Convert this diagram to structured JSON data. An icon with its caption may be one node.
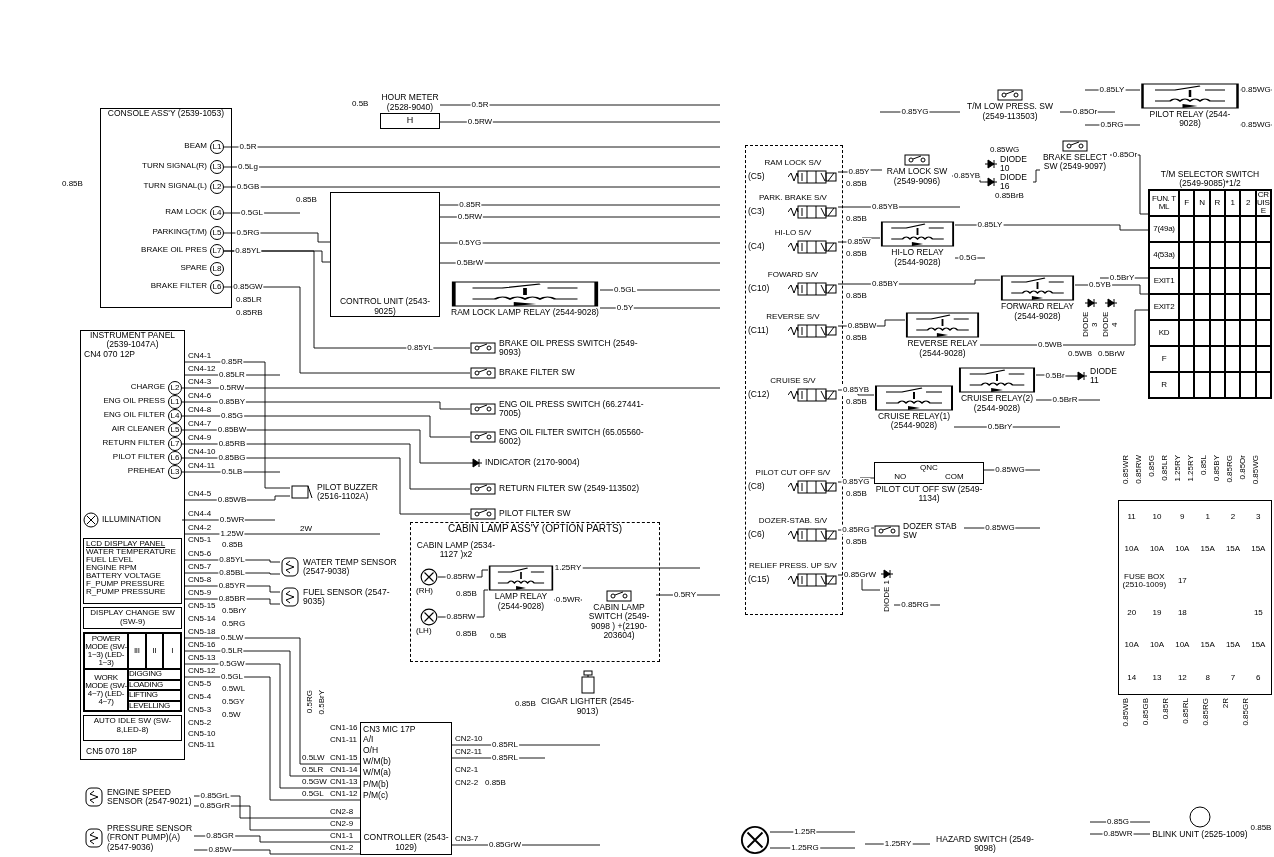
{
  "diagram": {
    "nodes": [
      {
        "text": [
          "CONSOLE ASS'Y (2539-1053)"
        ]
      },
      {
        "text": [
          "L1"
        ],
        "in": 0,
        "beside": [
          "BEAM"
        ]
      },
      {
        "text": [
          "L3"
        ],
        "in": 0,
        "beside": [
          "TURN SIGNAL(R)"
        ]
      },
      {
        "text": [
          "L2"
        ],
        "in": 0,
        "beside": [
          "TURN SIGNAL(L)"
        ]
      },
      {
        "text": [
          "L4"
        ],
        "in": 0,
        "beside": [
          "RAM LOCK"
        ]
      },
      {
        "text": [
          "L5"
        ],
        "in": 0,
        "beside": [
          "PARKING(T/M)"
        ]
      },
      {
        "text": [
          "L7"
        ],
        "in": 0,
        "beside": [
          "BRAKE OIL PRES"
        ]
      },
      {
        "text": [
          "L8"
        ],
        "in": 0,
        "beside": [
          "SPARE"
        ]
      },
      {
        "text": [
          "L6"
        ],
        "in": 0,
        "beside": [
          "BRAKE FILTER"
        ]
      },
      {
        "text": [
          "HOUR METER (2528-9040)",
          "H"
        ]
      },
      {
        "text": [
          "CONTROL UNIT (2543-9025)"
        ]
      },
      {
        "text": [
          "RAM LOCK LAMP RELAY (2544-9028)"
        ]
      },
      {
        "text": [
          "INSTRUMENT PANEL (2539-1047A)",
          "CN4 070 12P",
          "CN5 070 18P"
        ]
      },
      {
        "text": [
          "L2"
        ],
        "in": 12,
        "beside": [
          "CHARGE"
        ]
      },
      {
        "text": [
          "L1"
        ],
        "in": 12,
        "beside": [
          "ENG OIL PRESS"
        ]
      },
      {
        "text": [
          "L4"
        ],
        "in": 12,
        "beside": [
          "ENG OIL FILTER"
        ]
      },
      {
        "text": [
          "L5"
        ],
        "in": 12,
        "beside": [
          "AIR CLEANER"
        ]
      },
      {
        "text": [
          "L7"
        ],
        "in": 12,
        "beside": [
          "RETURN FILTER"
        ]
      },
      {
        "text": [
          "L6"
        ],
        "in": 12,
        "beside": [
          "PILOT FILTER"
        ]
      },
      {
        "text": [
          "L3"
        ],
        "in": 12,
        "beside": [
          "PREHEAT"
        ]
      },
      {
        "text": [
          "ILLUMINATION"
        ],
        "in": 12
      },
      {
        "text": [
          "LCD DISPLAY PANEL",
          "WATER TEMPERATURE",
          "FUEL LEVEL",
          "ENGINE RPM",
          "BATTERY VOLTAGE",
          "F_PUMP PRESSURE",
          "R_PUMP PRESSURE"
        ],
        "in": 12
      },
      {
        "text": [
          "DISPLAY CHANGE SW (SW-9)"
        ],
        "in": 12
      },
      {
        "text": [
          "POWER MODE (SW-1~3) (LED-1~3)",
          "III",
          "II",
          "I",
          "WORK MODE (SW-4~7) (LED-4~7)",
          "DIGGING",
          "LOADING",
          "LIFTING",
          "LEVELLING"
        ],
        "in": 12
      },
      {
        "text": [
          "AUTO IDLE SW (SW-8,LED-8)"
        ],
        "in": 12
      },
      {
        "text": [
          "BRAKE OIL PRESS SWITCH (2549-9093)"
        ]
      },
      {
        "text": [
          "BRAKE FILTER SW"
        ]
      },
      {
        "text": [
          "ENG OIL PRESS SWITCH (66.27441-7005)"
        ]
      },
      {
        "text": [
          "ENG OIL FILTER SWITCH (65.05560-6002)"
        ]
      },
      {
        "text": [
          "INDICATOR (2170-9004)"
        ]
      },
      {
        "text": [
          "RETURN FILTER SW (2549-113502)"
        ]
      },
      {
        "text": [
          "PILOT FILTER SW"
        ]
      },
      {
        "text": [
          "PILOT BUZZER (2516-1102A)"
        ]
      },
      {
        "text": [
          "WATER TEMP SENSOR (2547-9038)"
        ]
      },
      {
        "text": [
          "FUEL SENSOR (2547-9035)"
        ]
      },
      {
        "text": [
          "CABIN LAMP ASS'Y (OPTION PARTS)"
        ]
      },
      {
        "text": [
          "CABIN LAMP (2534-1127 )x2"
        ],
        "in": 35
      },
      {
        "text": [],
        "shape": "circle",
        "in": 35,
        "beside": [
          "(RH)"
        ]
      },
      {
        "text": [],
        "shape": "circle",
        "in": 35,
        "beside": [
          "(LH)"
        ]
      },
      {
        "text": [
          "LAMP RELAY (2544-9028)"
        ],
        "in": 35
      },
      {
        "text": [
          "CABIN LAMP SWITCH (2549-9098 ) +(2190-203604)"
        ],
        "in": 35
      },
      {
        "text": [
          "CIGAR LIGHTER (2545-9013)"
        ]
      },
      {
        "text": [
          "ENGINE SPEED SENSOR (2547-9021)"
        ]
      },
      {
        "text": [
          "PRESSURE SENSOR (FRONT PUMP)(A) (2547-9036)"
        ]
      },
      {
        "text": [
          "CN3 MIC 17P",
          "A/I",
          "O/H",
          "W/M(b)",
          "W/M(a)",
          "P/M(b)",
          "P/M(c)",
          "CONTROLLER (2543-1029)"
        ]
      },
      {
        "text": [
          "T/M LOW PRESS. SW (2549-113503)"
        ]
      },
      {
        "text": [
          "PILOT RELAY (2544-9028)"
        ]
      },
      {
        "text": [
          "BRAKE SELECT SW (2549-9097)"
        ]
      },
      {
        "text": [
          "RAM LOCK SW (2549-9096)"
        ]
      },
      {
        "text": [],
        "shape": "box"
      },
      {
        "text": [
          "RAM LOCK S/V",
          "(C5)"
        ],
        "in": 49
      },
      {
        "text": [
          "PARK. BRAKE S/V",
          "(C3)"
        ],
        "in": 49
      },
      {
        "text": [
          "HI-LO S/V",
          "(C4)"
        ],
        "in": 49
      },
      {
        "text": [
          "FOWARD S/V",
          "(C10)"
        ],
        "in": 49
      },
      {
        "text": [
          "REVERSE S/V",
          "(C11)"
        ],
        "in": 49
      },
      {
        "text": [
          "CRUISE S/V",
          "(C12)"
        ],
        "in": 49
      },
      {
        "text": [
          "PILOT CUT OFF S/V",
          "(C8)"
        ],
        "in": 49
      },
      {
        "text": [
          "DOZER-STAB. S/V",
          "(C6)"
        ],
        "in": 49
      },
      {
        "text": [
          "RELIEF PRESS. UP S/V",
          "(C15)"
        ],
        "in": 49
      },
      {
        "text": [
          "HI-LO RELAY (2544-9028)"
        ]
      },
      {
        "text": [
          "REVERSE RELAY (2544-9028)"
        ]
      },
      {
        "text": [
          "FORWARD RELAY (2544-9028)"
        ]
      },
      {
        "text": [
          "CRUISE RELAY(1) (2544-9028)"
        ]
      },
      {
        "text": [
          "CRUISE RELAY(2) (2544-9028)"
        ]
      },
      {
        "text": [
          "QNC",
          "NO",
          "COM",
          "PILOT CUT OFF SW (2549-1134)"
        ]
      },
      {
        "text": [
          "DOZER STAB SW"
        ]
      },
      {
        "text": [
          "DIODE 10"
        ]
      },
      {
        "text": [
          "DIODE 16"
        ]
      },
      {
        "text": [
          "DIODE 3"
        ]
      },
      {
        "text": [
          "DIODE 4"
        ]
      },
      {
        "text": [
          "DIODE 11"
        ]
      },
      {
        "text": [
          "DIODE 1"
        ]
      },
      {
        "text": [
          "T/M SELECTOR SWITCH (2549-9085)*1/2",
          "FUN. TML",
          "F",
          "N",
          "R",
          "1",
          "2",
          "CRUISE",
          "7(49a)",
          "4(53a)",
          "EXIT1",
          "EXIT2",
          "KD",
          "F",
          "R"
        ]
      },
      {
        "text": [
          "11",
          "10",
          "9",
          "1",
          "2",
          "3",
          "10A",
          "10A",
          "10A",
          "15A",
          "15A",
          "15A",
          "FUSE BOX (2510-1009)",
          "17",
          "20",
          "19",
          "18",
          "15",
          "10A",
          "10A",
          "10A",
          "15A",
          "15A",
          "15A",
          "14",
          "13",
          "12",
          "8",
          "7",
          "6"
        ]
      },
      {
        "text": [
          "BLINK UNIT (2525-1009)"
        ]
      },
      {
        "text": [
          "HAZARD SWITCH (2549-9098)"
        ]
      },
      {
        "text": [],
        "shape": "circle"
      }
    ],
    "edges": [
      {
        "from": 1,
        "to": null,
        "arrow": "none",
        "label": "0.5R"
      },
      {
        "from": 2,
        "to": null,
        "arrow": "none",
        "label": "0.5Lg"
      },
      {
        "from": 3,
        "to": null,
        "arrow": "none",
        "label": "0.5GB"
      },
      {
        "from": 4,
        "to": null,
        "arrow": "none",
        "label": "0.5GL"
      },
      {
        "from": 5,
        "to": 10,
        "arrow": "none",
        "label": "0.5RG"
      },
      {
        "from": 6,
        "to": 10,
        "arrow": "none",
        "label": "0.85YL"
      },
      {
        "from": 6,
        "to": 25,
        "arrow": "none",
        "label": "0.85YL"
      },
      {
        "from": 8,
        "to": 26,
        "arrow": "none",
        "label": "0.85GW"
      },
      {
        "from": 9,
        "to": null,
        "arrow": "none",
        "label": "0.5R"
      },
      {
        "from": 9,
        "to": null,
        "arrow": "none",
        "label": "0.5RW"
      },
      {
        "from": 10,
        "to": null,
        "arrow": "none",
        "label": "0.85R"
      },
      {
        "from": 10,
        "to": null,
        "arrow": "none",
        "label": "0.5RW"
      },
      {
        "from": 10,
        "to": null,
        "arrow": "none",
        "label": "0.5YG"
      },
      {
        "from": 10,
        "to": null,
        "arrow": "none",
        "label": "0.5BrW"
      },
      {
        "from": 11,
        "to": null,
        "arrow": "none",
        "label": "0.5GL"
      },
      {
        "from": 11,
        "to": null,
        "arrow": "none",
        "label": "0.5Y"
      },
      {
        "from": 12,
        "to": 32,
        "arrow": "none",
        "label": "0.85R"
      },
      {
        "from": 12,
        "to": null,
        "arrow": "none",
        "label": "0.85LR"
      },
      {
        "from": 13,
        "to": null,
        "arrow": "none",
        "label": "0.5RW"
      },
      {
        "from": 14,
        "to": 27,
        "arrow": "none",
        "label": "0.85BY"
      },
      {
        "from": 15,
        "to": 28,
        "arrow": "none",
        "label": "0.85G"
      },
      {
        "from": 16,
        "to": 29,
        "arrow": "none",
        "label": "0.85BW"
      },
      {
        "from": 17,
        "to": 30,
        "arrow": "none",
        "label": "0.85RB"
      },
      {
        "from": 18,
        "to": 31,
        "arrow": "none",
        "label": "0.85BG"
      },
      {
        "from": 19,
        "to": null,
        "arrow": "none",
        "label": "0.5LB"
      },
      {
        "from": 12,
        "to": 32,
        "arrow": "none",
        "label": "0.85WB"
      },
      {
        "from": 20,
        "to": null,
        "arrow": "none",
        "label": "0.5WR"
      },
      {
        "from": 12,
        "to": null,
        "arrow": "none",
        "label": "1.25W"
      },
      {
        "from": 12,
        "to": 33,
        "arrow": "none",
        "label": "0.85YL"
      },
      {
        "from": 12,
        "to": 33,
        "arrow": "none",
        "label": "0.85BL"
      },
      {
        "from": 12,
        "to": 34,
        "arrow": "none",
        "label": "0.85YR"
      },
      {
        "from": 12,
        "to": 34,
        "arrow": "none",
        "label": "0.85BR"
      },
      {
        "from": 12,
        "to": 44,
        "arrow": "none",
        "label": "0.5LW"
      },
      {
        "from": 12,
        "to": 44,
        "arrow": "none",
        "label": "0.5LR"
      },
      {
        "from": 12,
        "to": 44,
        "arrow": "none",
        "label": "0.5GW"
      },
      {
        "from": 12,
        "to": 44,
        "arrow": "none",
        "label": "0.5GL"
      },
      {
        "from": 44,
        "to": 42,
        "arrow": "none",
        "label": "0.85GrL"
      },
      {
        "from": 44,
        "to": 42,
        "arrow": "none",
        "label": "0.85GrR"
      },
      {
        "from": 44,
        "to": 43,
        "arrow": "none",
        "label": "0.85GR"
      },
      {
        "from": 44,
        "to": 43,
        "arrow": "none",
        "label": "0.85W"
      },
      {
        "from": 44,
        "to": null,
        "arrow": "none",
        "label": "0.85RL"
      },
      {
        "from": 44,
        "to": null,
        "arrow": "none",
        "label": "0.85RL"
      },
      {
        "from": 44,
        "to": null,
        "arrow": "none",
        "label": "0.85GrW"
      },
      {
        "from": 37,
        "to": 39,
        "arrow": "none",
        "label": "0.85RW"
      },
      {
        "from": 38,
        "to": 39,
        "arrow": "none",
        "label": "0.85RW"
      },
      {
        "from": 39,
        "to": 40,
        "arrow": "none",
        "label": "0.5WR"
      },
      {
        "from": 39,
        "to": null,
        "arrow": "none",
        "label": "1.25RY"
      },
      {
        "from": 40,
        "to": null,
        "arrow": "none",
        "label": "0.5RY"
      },
      {
        "from": 50,
        "to": 48,
        "arrow": "none",
        "label": "0.85Y"
      },
      {
        "from": 48,
        "to": 67,
        "arrow": "none",
        "label": "0.85YB"
      },
      {
        "from": 67,
        "to": 47,
        "arrow": "none"
      },
      {
        "from": 51,
        "to": null,
        "arrow": "none",
        "label": "0.85YB"
      },
      {
        "from": 52,
        "to": 59,
        "arrow": "none",
        "label": "0.85W"
      },
      {
        "from": 59,
        "to": 72,
        "arrow": "none",
        "label": "0.85LY"
      },
      {
        "from": 59,
        "to": null,
        "arrow": "none",
        "label": "0.5G"
      },
      {
        "from": 53,
        "to": 61,
        "arrow": "none",
        "label": "0.85BY"
      },
      {
        "from": 61,
        "to": 72,
        "arrow": "none",
        "label": "0.5YB"
      },
      {
        "from": 54,
        "to": 60,
        "arrow": "none",
        "label": "0.85BW"
      },
      {
        "from": 60,
        "to": 72,
        "arrow": "none",
        "label": "0.5WB"
      },
      {
        "from": 55,
        "to": 62,
        "arrow": "none",
        "label": "0.85YB"
      },
      {
        "from": 62,
        "to": null,
        "arrow": "none",
        "label": "0.5BrY"
      },
      {
        "from": 63,
        "to": 70,
        "arrow": "none",
        "label": "0.5Br"
      },
      {
        "from": 63,
        "to": null,
        "arrow": "none",
        "label": "0.5BrR"
      },
      {
        "from": 56,
        "to": 64,
        "arrow": "none",
        "label": "0.85YG"
      },
      {
        "from": 64,
        "to": null,
        "arrow": "none",
        "label": "0.85WG"
      },
      {
        "from": 57,
        "to": 65,
        "arrow": "none",
        "label": "0.85RG"
      },
      {
        "from": 65,
        "to": null,
        "arrow": "none",
        "label": "0.85WG"
      },
      {
        "from": 58,
        "to": 71,
        "arrow": "none",
        "label": "0.85GrW"
      },
      {
        "from": 71,
        "to": null,
        "arrow": "none",
        "label": "0.85RG"
      },
      {
        "from": null,
        "to": 45,
        "arrow": "none",
        "label": "0.85YG"
      },
      {
        "from": 45,
        "to": null,
        "arrow": "none",
        "label": "0.85Or"
      },
      {
        "from": null,
        "to": 46,
        "arrow": "none",
        "label": "0.85LY"
      },
      {
        "from": null,
        "to": 46,
        "arrow": "none",
        "label": "0.5RG"
      },
      {
        "from": 46,
        "to": null,
        "arrow": "none",
        "label": "0.85WG"
      },
      {
        "from": 46,
        "to": null,
        "arrow": "none",
        "label": "0.85WG"
      },
      {
        "from": 47,
        "to": 72,
        "arrow": "none",
        "label": "0.85Or"
      },
      {
        "from": null,
        "to": 72,
        "arrow": "none",
        "label": "0.5BrY"
      },
      {
        "from": null,
        "to": 74,
        "arrow": "none",
        "label": "0.85G"
      },
      {
        "from": null,
        "to": 74,
        "arrow": "none",
        "label": "0.85WR"
      },
      {
        "from": 74,
        "to": null,
        "arrow": "none",
        "label": "0.85B"
      },
      {
        "from": 76,
        "to": null,
        "arrow": "none",
        "label": "1.25R"
      },
      {
        "from": 76,
        "to": null,
        "arrow": "none",
        "label": "1.25RG"
      },
      {
        "from": null,
        "to": 75,
        "arrow": "none",
        "label": "1.25RY"
      }
    ],
    "labels": [
      "0.85B",
      "0.85LR",
      "0.85RB",
      "0.85B",
      "0.5B",
      "CN4-1",
      "CN4-12",
      "CN4-3",
      "CN4-6",
      "CN4-8",
      "CN4-7",
      "CN4-9",
      "CN4-10",
      "CN4-11",
      "CN4-5",
      "CN4-4",
      "CN4-2",
      "CN5-1",
      "CN5-6",
      "CN5-7",
      "CN5-8",
      "CN5-9",
      "CN5-15",
      "CN5-14",
      "CN5-18",
      "CN5-16",
      "CN5-13",
      "CN5-12",
      "CN5-5",
      "CN5-4",
      "CN5-3",
      "CN5-2",
      "CN5-10",
      "CN5-11",
      "0.85B",
      "0.5BrY",
      "0.5RG",
      "0.5WL",
      "0.5GY",
      "0.5W",
      "2W",
      "0.5RG",
      "0.5BrY",
      "CN1-16",
      "CN1-11",
      "0.5LW",
      "CN1-15",
      "0.5LR",
      "CN1-14",
      "0.5GW",
      "CN1-13",
      "0.5GL",
      "CN1-12",
      "CN2-8",
      "CN2-9",
      "CN1-1",
      "CN1-2",
      "CN2-10",
      "CN2-11",
      "CN2-1",
      "CN2-2",
      "0.85B",
      "CN3-7",
      "0.85B",
      "0.85B",
      "0.5B",
      "0.85B",
      "0.85B",
      "0.85B",
      "0.85B",
      "0.85B",
      "0.85B",
      "0.85B",
      "0.85B",
      "0.85B",
      "0.85WG",
      "0.85BrB",
      "0.5WB",
      "0.5BrW",
      "0.85WR",
      "0.85RW",
      "0.85G",
      "0.85LR",
      "1.25RY",
      "1.25RY",
      "0.85L",
      "0.85BY",
      "0.85RG",
      "0.85Or",
      "0.85WG",
      "0.85WB",
      "0.85GB",
      "0.85R",
      "0.85RL",
      "0.85RG",
      "2R",
      "0.85GR"
    ]
  }
}
